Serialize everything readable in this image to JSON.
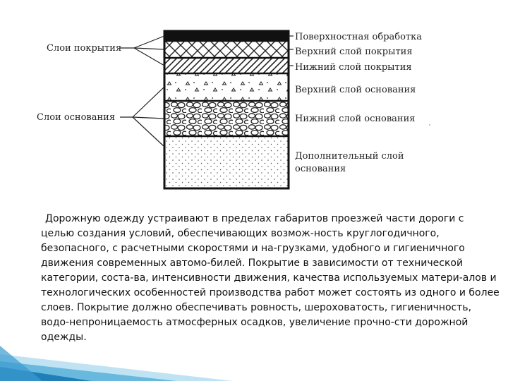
{
  "diagram": {
    "group_labels": {
      "coating": "Слои покрытия",
      "base": "Слои основания"
    },
    "layer_labels": [
      "Поверхностная обработка",
      "Верхний слой покрытия",
      "Нижний слой покрытия",
      "Верхний слой основания",
      "Нижний слой основания",
      "Дополнительный слой",
      "основания"
    ]
  },
  "paragraph": "Дорожную одежду устраивают в пределах габаритов проезжей части дороги с целью создания условий, обеспечивающих возмож-ность круглогодичного, безопасного, с расчетными скоростями и на-грузками, удобного и гигиеничного движения современных автомо-билей. Покрытие в зависимости от технической категории, соста-ва, интенсивности движения, качества используемых матери-алов и технологических особенностей производства работ может состоять из одного и более слоев. Покрытие должно обеспечивать ровность, шероховатость, гигиеничность, водо-непроницаемость атмосферных осадков, увеличение прочно-сти дорожной одежды.",
  "colors": {
    "decoration_light": "#bfe3f2",
    "decoration_mid": "#5fb3dc",
    "decoration_dark": "#1f7fb6"
  }
}
